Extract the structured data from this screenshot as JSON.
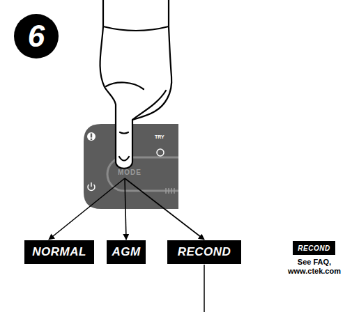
{
  "diagram": {
    "nodes": [
      {
        "text": [
          "6"
        ]
      },
      {
        "text": [
          "TRY"
        ]
      },
      {
        "text": [
          "MODE"
        ],
        "in": 1
      },
      {
        "text": [
          "NORMAL"
        ]
      },
      {
        "text": [
          "AGM"
        ]
      },
      {
        "text": [
          "RECOND"
        ]
      },
      {
        "text": [
          "RECOND"
        ]
      }
    ],
    "edges": [
      {
        "from": 2,
        "to": 3,
        "arrow": "to"
      },
      {
        "from": 2,
        "to": 4,
        "arrow": "to"
      },
      {
        "from": 2,
        "to": 5,
        "arrow": "to"
      }
    ],
    "labels": [
      "See FAQ, www.ctek.com"
    ]
  }
}
